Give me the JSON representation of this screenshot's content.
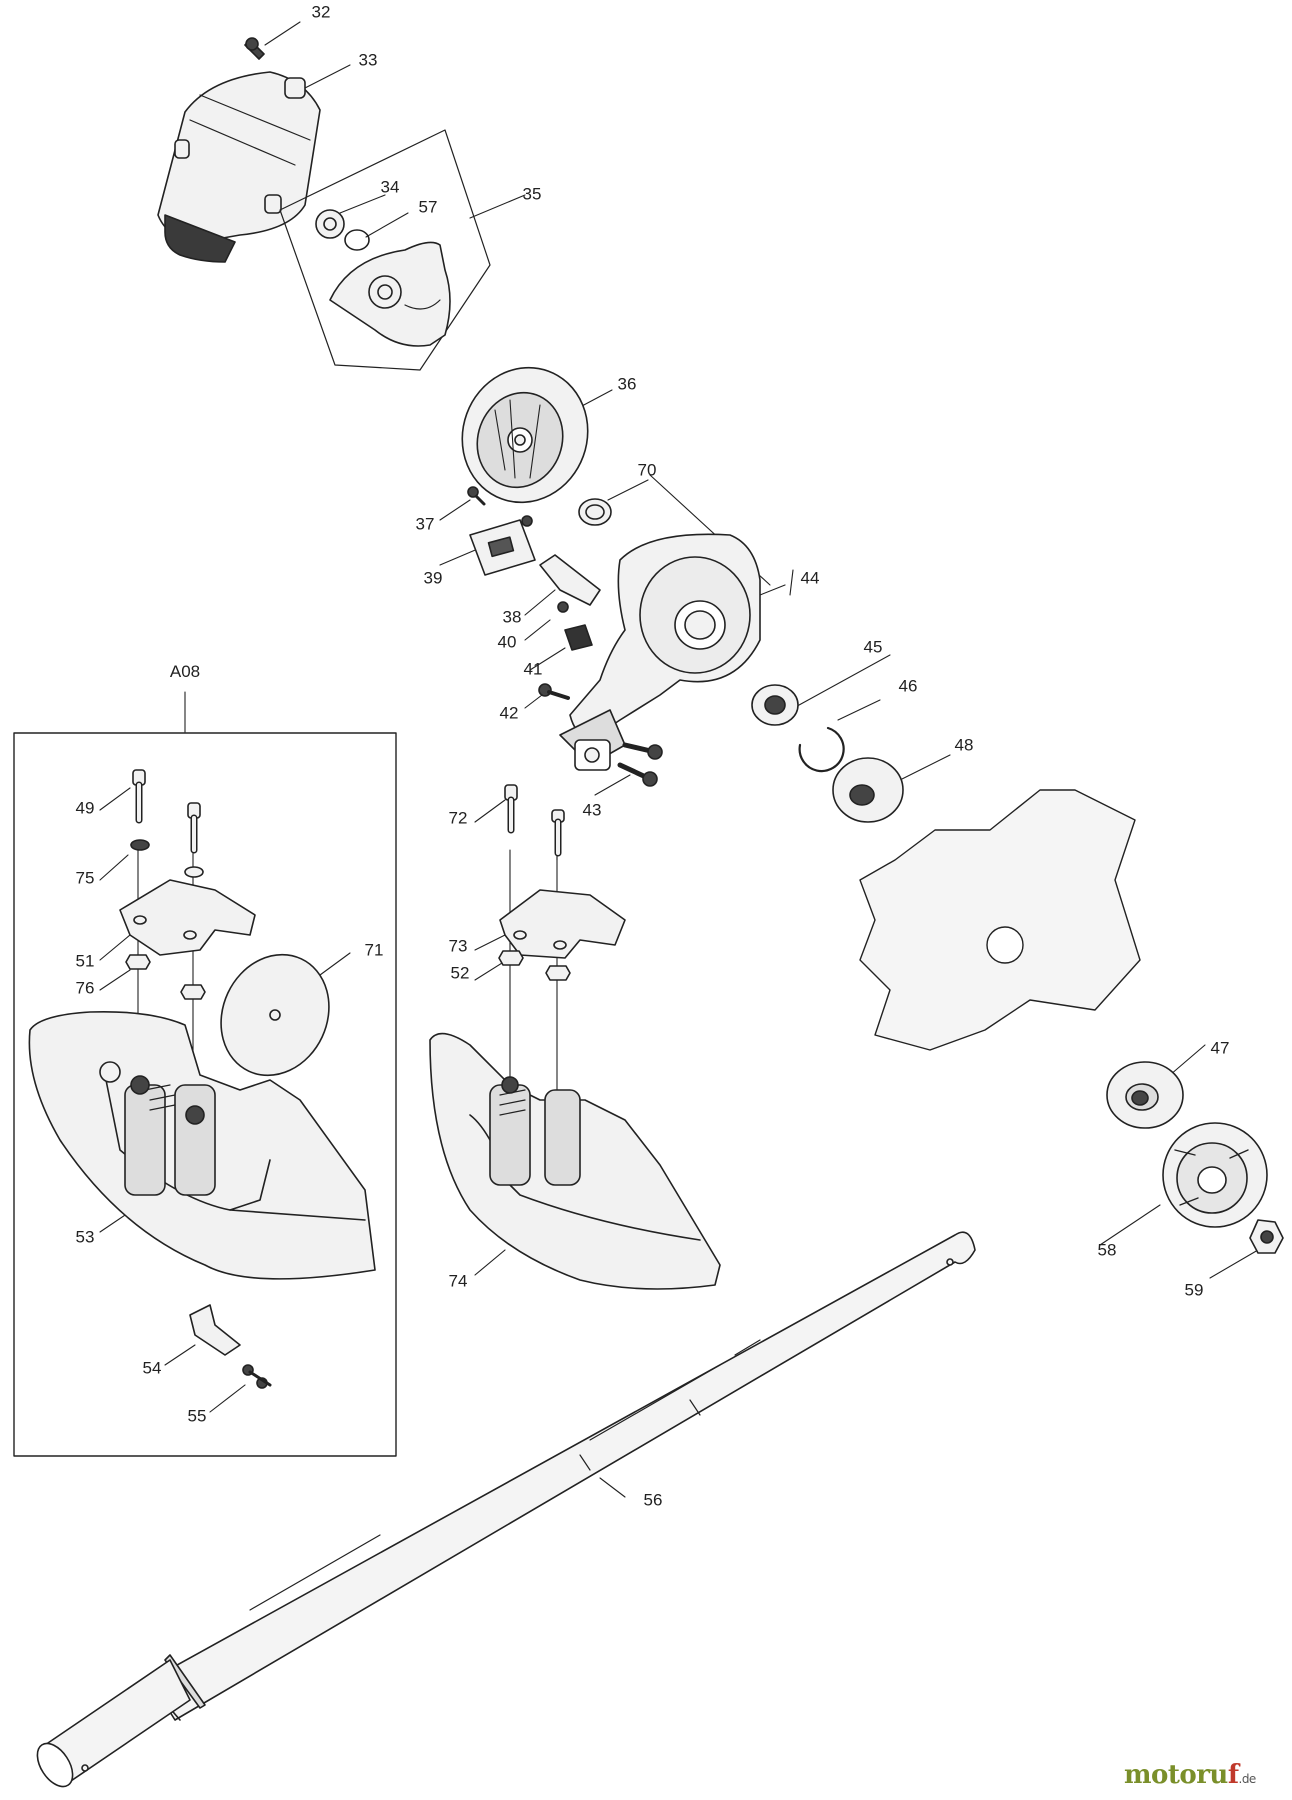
{
  "diagram": {
    "inset_label": "A08",
    "parts": [
      "32",
      "33",
      "34",
      "57",
      "35",
      "36",
      "70",
      "37",
      "39",
      "44",
      "38",
      "40",
      "41",
      "45",
      "46",
      "42",
      "43",
      "48",
      "72",
      "73",
      "52",
      "49",
      "75",
      "51",
      "76",
      "71",
      "47",
      "53",
      "74",
      "58",
      "59",
      "54",
      "55",
      "56"
    ]
  },
  "watermark": {
    "brand_a": "motoru",
    "brand_b": "f",
    "suffix": ".de"
  },
  "colors": {
    "line": "#222222",
    "part_fill": "#f2f2f2",
    "part_dark": "#3a3a3a"
  }
}
